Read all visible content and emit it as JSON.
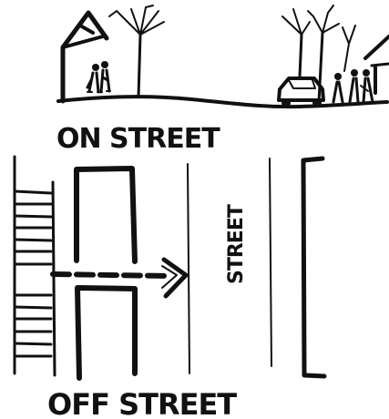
{
  "labels": {
    "on_street": "ON STREET",
    "off_street": "OFF STREET",
    "street": "STREET"
  },
  "colors": {
    "ink": "#111111",
    "paper": "#ffffff"
  },
  "icons": {
    "arrow": "right-arrow-icon",
    "car": "car-icon",
    "tree": "tree-icon",
    "people": "people-icon",
    "house": "house-icon"
  }
}
